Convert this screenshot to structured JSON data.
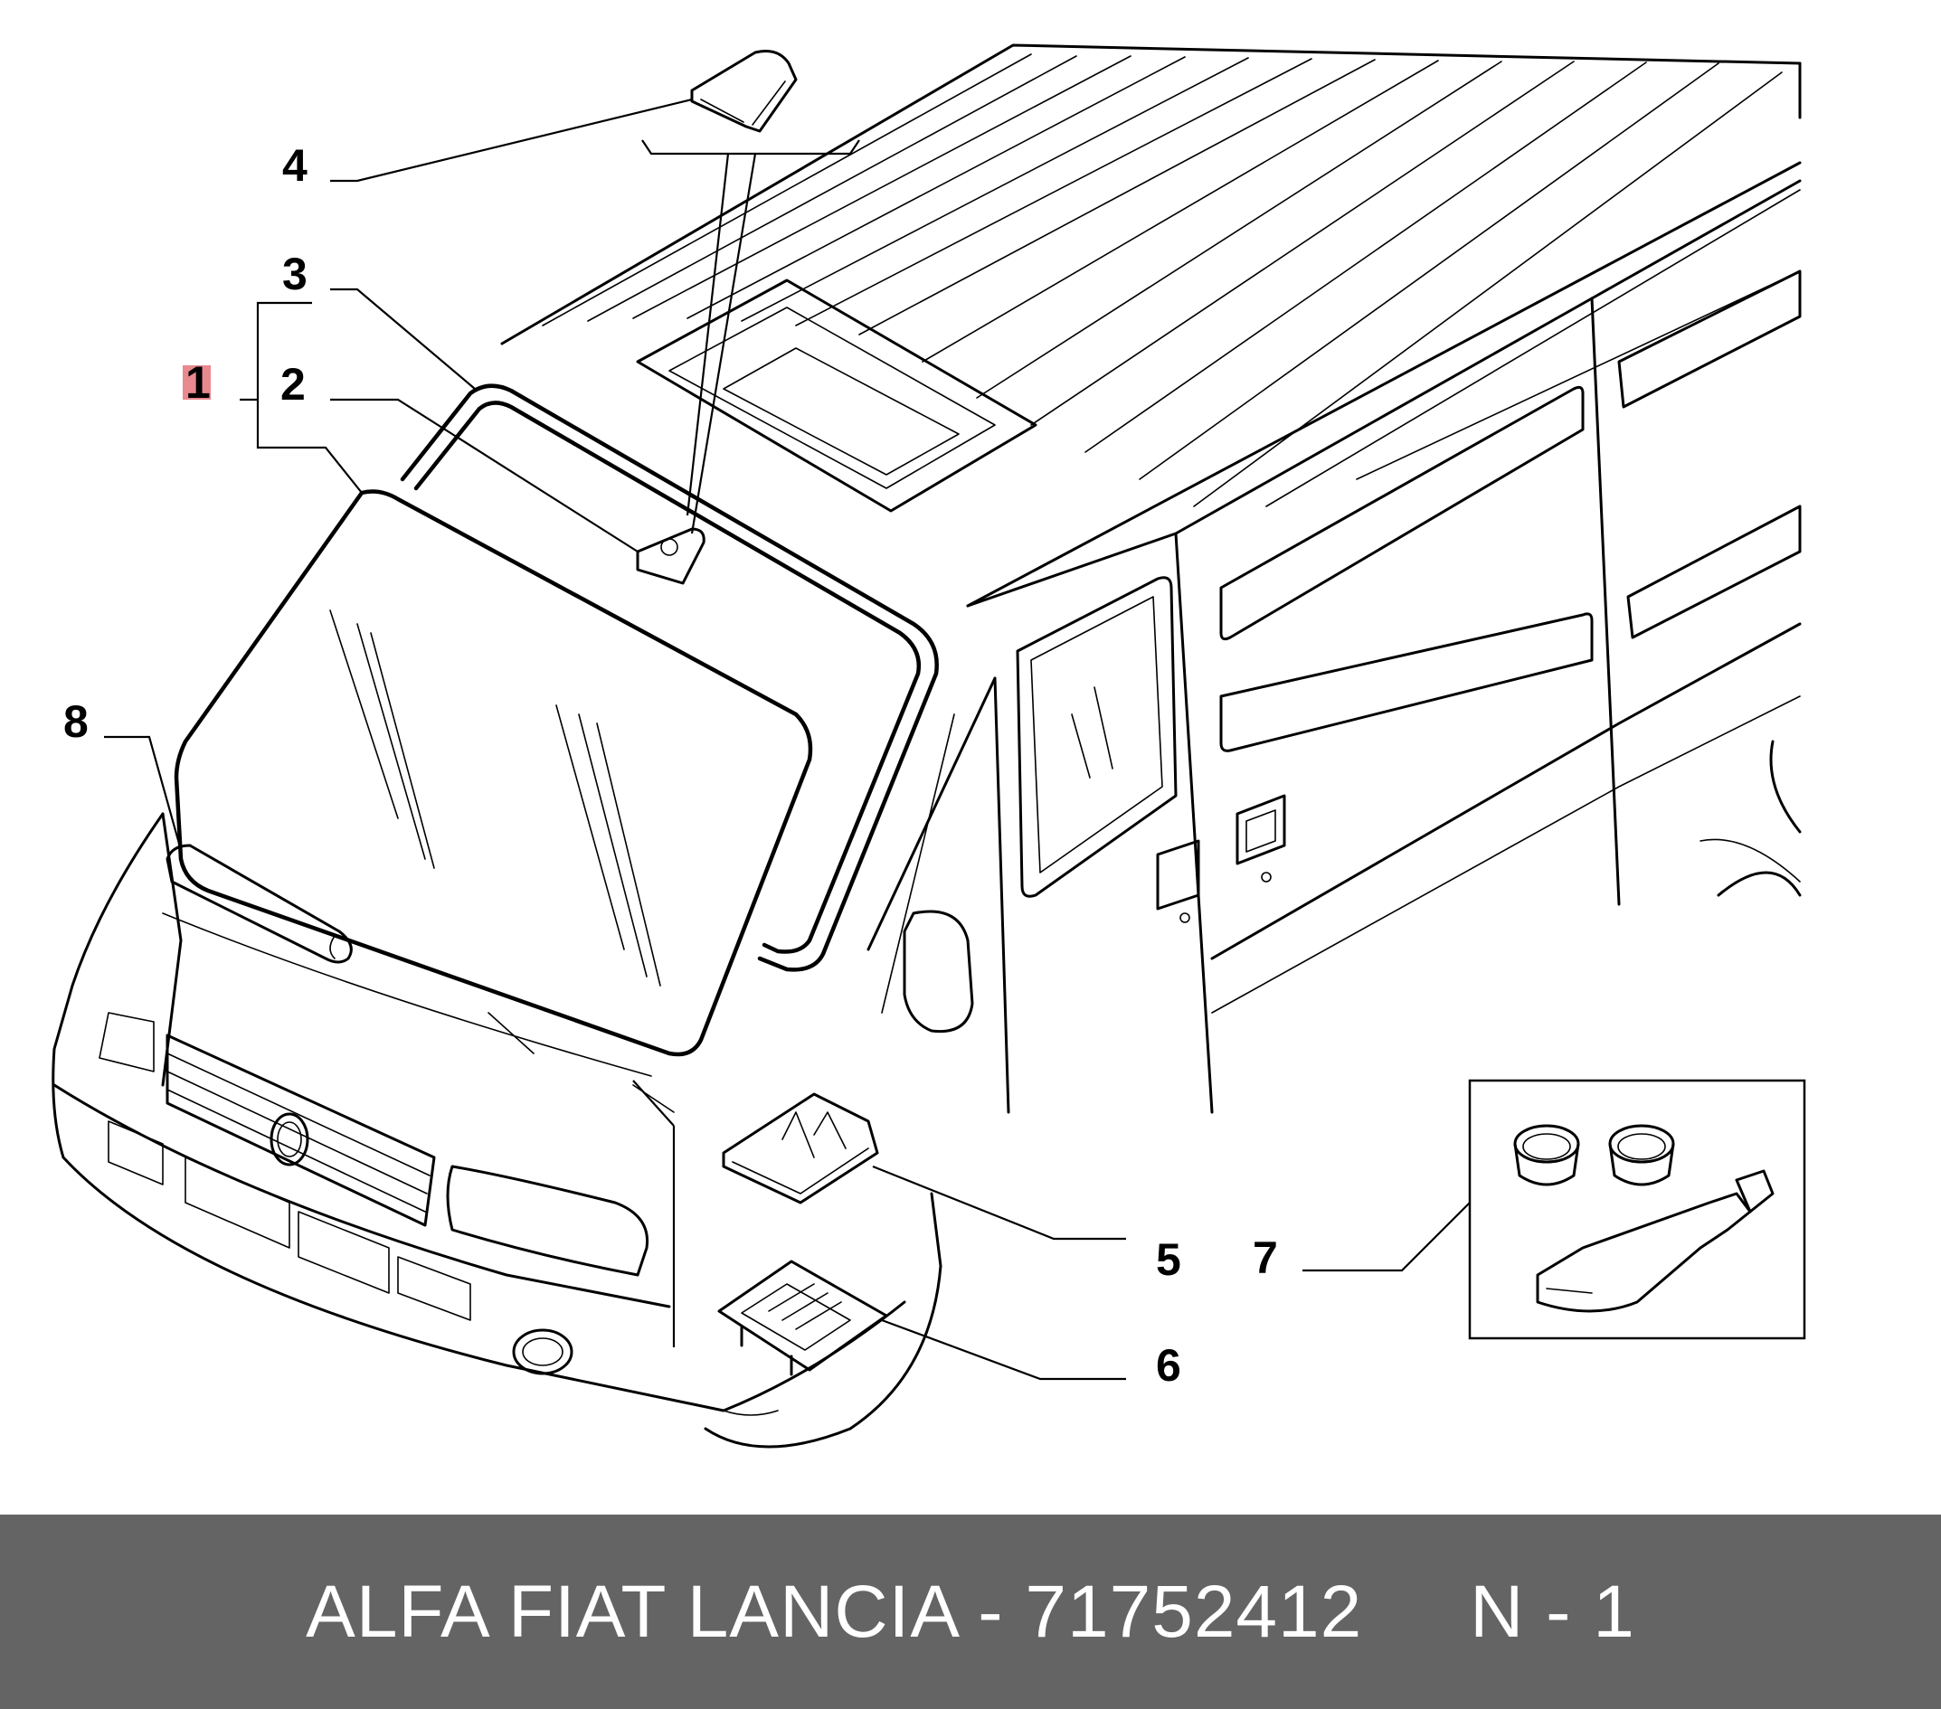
{
  "callouts": [
    {
      "id": "1",
      "text": "1",
      "highlighted": true
    },
    {
      "id": "2",
      "text": "2"
    },
    {
      "id": "3",
      "text": "3"
    },
    {
      "id": "4",
      "text": "4"
    },
    {
      "id": "5",
      "text": "5"
    },
    {
      "id": "6",
      "text": "6"
    },
    {
      "id": "7",
      "text": "7"
    },
    {
      "id": "8",
      "text": "8"
    }
  ],
  "footer": {
    "brand": "ALFA FIAT LANCIA",
    "separator": "-",
    "part_number": "71752412",
    "code": "N - 1"
  },
  "colors": {
    "footer_bg": "#646464",
    "footer_text": "#ffffff",
    "highlight": "#e8898f",
    "line": "#000000"
  }
}
